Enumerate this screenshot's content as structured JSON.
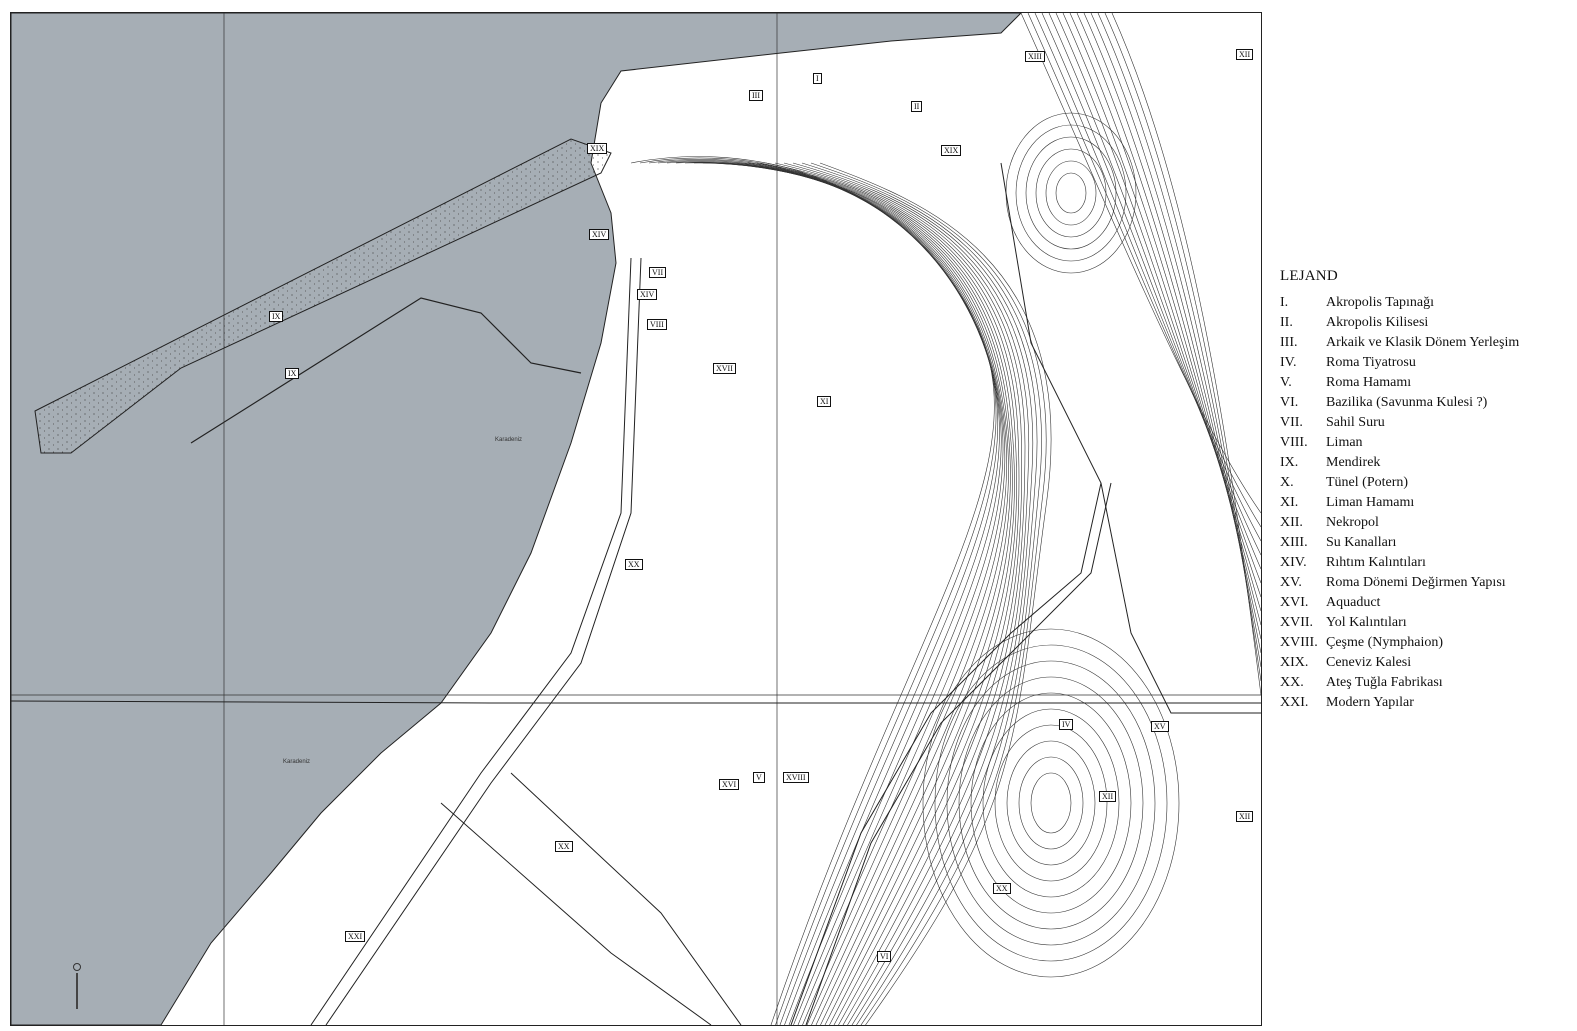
{
  "legend": {
    "title": "LEJAND",
    "items": [
      {
        "num": "I.",
        "name": "Akropolis Tapınağı"
      },
      {
        "num": "II.",
        "name": "Akropolis Kilisesi"
      },
      {
        "num": "III.",
        "name": "Arkaik ve Klasik Dönem Yerleşim"
      },
      {
        "num": "IV.",
        "name": "Roma Tiyatrosu"
      },
      {
        "num": "V.",
        "name": "Roma Hamamı"
      },
      {
        "num": "VI.",
        "name": "Bazilika (Savunma Kulesi ?)"
      },
      {
        "num": "VII.",
        "name": "Sahil Suru"
      },
      {
        "num": "VIII.",
        "name": "Liman"
      },
      {
        "num": "IX.",
        "name": "Mendirek"
      },
      {
        "num": "X.",
        "name": "Tünel (Potern)"
      },
      {
        "num": "XI.",
        "name": "Liman Hamamı"
      },
      {
        "num": "XII.",
        "name": "Nekropol"
      },
      {
        "num": "XIII.",
        "name": "Su Kanalları"
      },
      {
        "num": "XIV.",
        "name": "Rıhtım Kalıntıları"
      },
      {
        "num": "XV.",
        "name": "Roma Dönemi Değirmen Yapısı"
      },
      {
        "num": "XVI.",
        "name": "Aquaduct"
      },
      {
        "num": "XVII.",
        "name": "Yol Kalıntıları"
      },
      {
        "num": "XVIII.",
        "name": "Çeşme (Nymphaion)"
      },
      {
        "num": "XIX.",
        "name": "Ceneviz Kalesi"
      },
      {
        "num": "XX.",
        "name": "Ateş Tuğla Fabrikası"
      },
      {
        "num": "XXI.",
        "name": "Modern Yapılar"
      }
    ]
  },
  "map": {
    "sea_color": "#a6aeb5",
    "land_color": "#ffffff",
    "line_color": "#222222",
    "place_names": [
      "Karadeniz",
      "Karadeniz"
    ],
    "markers": [
      "I",
      "II",
      "III",
      "XIII",
      "XII",
      "XIX",
      "XIX",
      "XIV",
      "VII",
      "XIV",
      "VIII",
      "IX",
      "IX",
      "XVII",
      "XI",
      "XX",
      "XVI",
      "V",
      "XVIII",
      "XX",
      "XXI",
      "XX",
      "VI",
      "IV",
      "XV",
      "XII",
      "XII"
    ]
  }
}
